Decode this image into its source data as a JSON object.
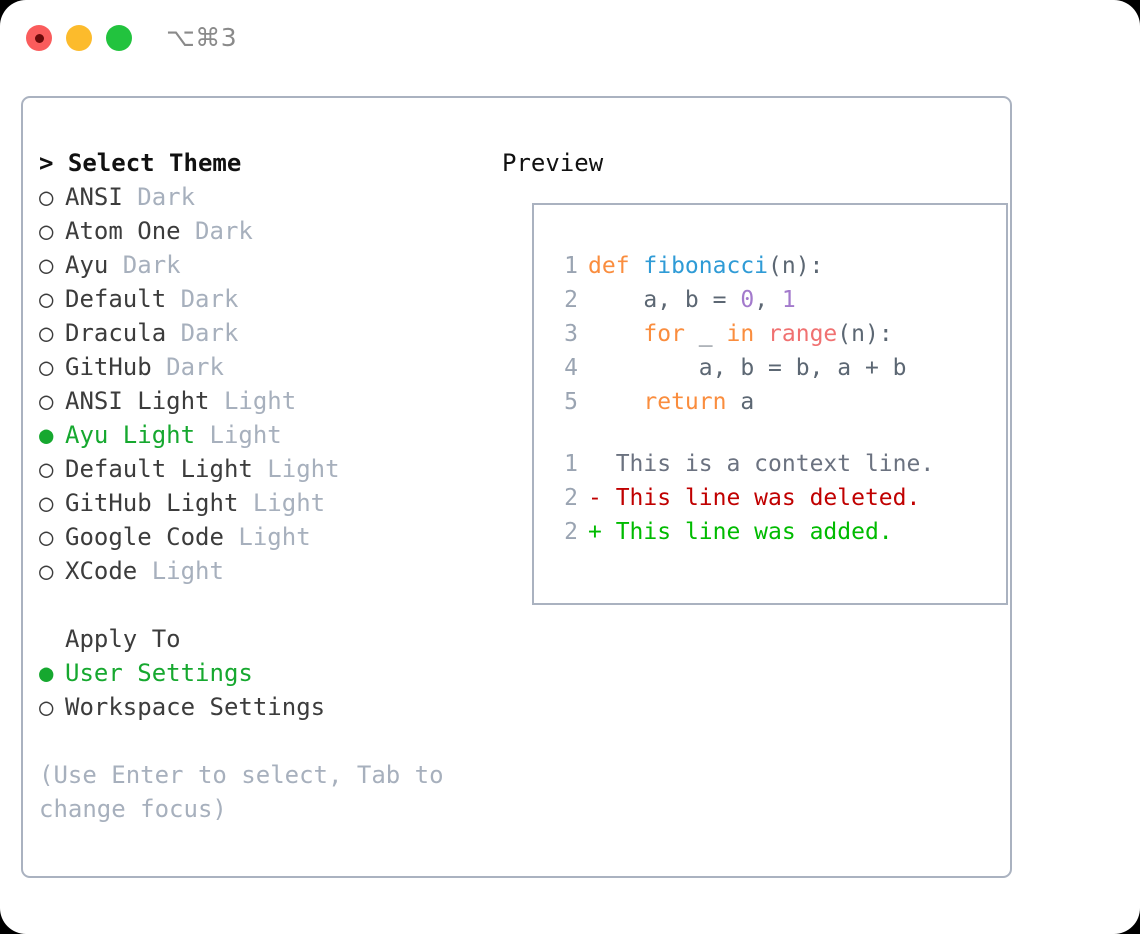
{
  "window": {
    "title_shortcut": "⌥⌘3",
    "traffic_lights": [
      {
        "name": "close",
        "color": "#fa5c5c"
      },
      {
        "name": "minimize",
        "color": "#fcbb2c"
      },
      {
        "name": "zoom",
        "color": "#22c33e"
      }
    ]
  },
  "theme_picker": {
    "header": "> Select Theme",
    "selected_marker": "●",
    "unselected_marker": "○",
    "items": [
      {
        "marker": "○",
        "name": "ANSI",
        "kind": "Dark",
        "selected": false
      },
      {
        "marker": "○",
        "name": "Atom One",
        "kind": "Dark",
        "selected": false
      },
      {
        "marker": "○",
        "name": "Ayu",
        "kind": "Dark",
        "selected": false
      },
      {
        "marker": "○",
        "name": "Default",
        "kind": "Dark",
        "selected": false
      },
      {
        "marker": "○",
        "name": "Dracula",
        "kind": "Dark",
        "selected": false
      },
      {
        "marker": "○",
        "name": "GitHub",
        "kind": "Dark",
        "selected": false
      },
      {
        "marker": "○",
        "name": "ANSI Light",
        "kind": "Light",
        "selected": false
      },
      {
        "marker": "●",
        "name": "Ayu Light",
        "kind": "Light",
        "selected": true
      },
      {
        "marker": "○",
        "name": "Default Light",
        "kind": "Light",
        "selected": false
      },
      {
        "marker": "○",
        "name": "GitHub Light",
        "kind": "Light",
        "selected": false
      },
      {
        "marker": "○",
        "name": "Google Code",
        "kind": "Light",
        "selected": false
      },
      {
        "marker": "○",
        "name": "XCode",
        "kind": "Light",
        "selected": false
      }
    ]
  },
  "apply_to": {
    "header": "Apply To",
    "items": [
      {
        "marker": "●",
        "label": "User Settings",
        "selected": true
      },
      {
        "marker": "○",
        "label": "Workspace Settings",
        "selected": false
      }
    ]
  },
  "hint": "(Use Enter to select, Tab to change focus)",
  "preview": {
    "title": "Preview",
    "code_lines": [
      {
        "lineno": "1",
        "tokens": [
          {
            "text": "def ",
            "type": "kw"
          },
          {
            "text": "fibonacci",
            "type": "fn"
          },
          {
            "text": "(n):",
            "type": "pl"
          }
        ]
      },
      {
        "lineno": "2",
        "tokens": [
          {
            "text": "    a, b = ",
            "type": "pl"
          },
          {
            "text": "0",
            "type": "num"
          },
          {
            "text": ", ",
            "type": "pl"
          },
          {
            "text": "1",
            "type": "num"
          }
        ]
      },
      {
        "lineno": "3",
        "tokens": [
          {
            "text": "    ",
            "type": "pl"
          },
          {
            "text": "for",
            "type": "kw"
          },
          {
            "text": " _ ",
            "type": "pl"
          },
          {
            "text": "in",
            "type": "kw"
          },
          {
            "text": " ",
            "type": "pl"
          },
          {
            "text": "range",
            "type": "bi"
          },
          {
            "text": "(n):",
            "type": "pl"
          }
        ]
      },
      {
        "lineno": "4",
        "tokens": [
          {
            "text": "        a, b = b, a + b",
            "type": "pl"
          }
        ]
      },
      {
        "lineno": "5",
        "tokens": [
          {
            "text": "    ",
            "type": "pl"
          },
          {
            "text": "return",
            "type": "kw"
          },
          {
            "text": " a",
            "type": "pl"
          }
        ]
      }
    ],
    "diff_lines": [
      {
        "lineno": "1",
        "sign": "  ",
        "text": "This is a context line.",
        "type": "ctx"
      },
      {
        "lineno": "2",
        "sign": "- ",
        "text": "This line was deleted.",
        "type": "del"
      },
      {
        "lineno": "2",
        "sign": "+ ",
        "text": "This line was added.",
        "type": "add"
      }
    ]
  },
  "colors": {
    "accent_green": "#16a82f",
    "muted": "#a7b0bd",
    "border": "#aab2c0",
    "keyword": "#fa8d3e",
    "function": "#2f9bd6",
    "number": "#a37acc",
    "builtin": "#f07171",
    "plain": "#5c6773",
    "diff_delete": "#c00000",
    "diff_add": "#00bb00"
  }
}
